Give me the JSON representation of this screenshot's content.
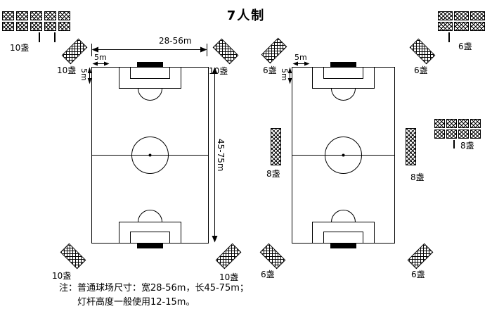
{
  "title": "7人制",
  "dimensions": {
    "width": "28-56m",
    "length": "45-75m",
    "offset_top_left_field": "5m",
    "offset_side_left_field": "5m",
    "offset_top_right_field": "5m",
    "offset_side_right_field": "5m"
  },
  "lamps": {
    "left_cluster_top": "10盏",
    "left_top_left": "10盏",
    "left_top_right": "10盏",
    "left_bottom_left": "10盏",
    "left_bottom_right": "10盏",
    "right_top_left": "6盏",
    "right_top_right": "6盏",
    "right_mid_left": "8盏",
    "right_mid_right": "8盏",
    "right_bottom_left": "6盏",
    "right_bottom_right": "6盏",
    "right_cluster_top": "6盏",
    "right_cluster_mid": "8盏"
  },
  "note": {
    "line1": "注：普通球场尺寸：宽28-56m，长45-75m；",
    "line2": "灯杆高度一般使用12-15m。"
  },
  "colors": {
    "line": "#000000",
    "background": "#ffffff"
  }
}
